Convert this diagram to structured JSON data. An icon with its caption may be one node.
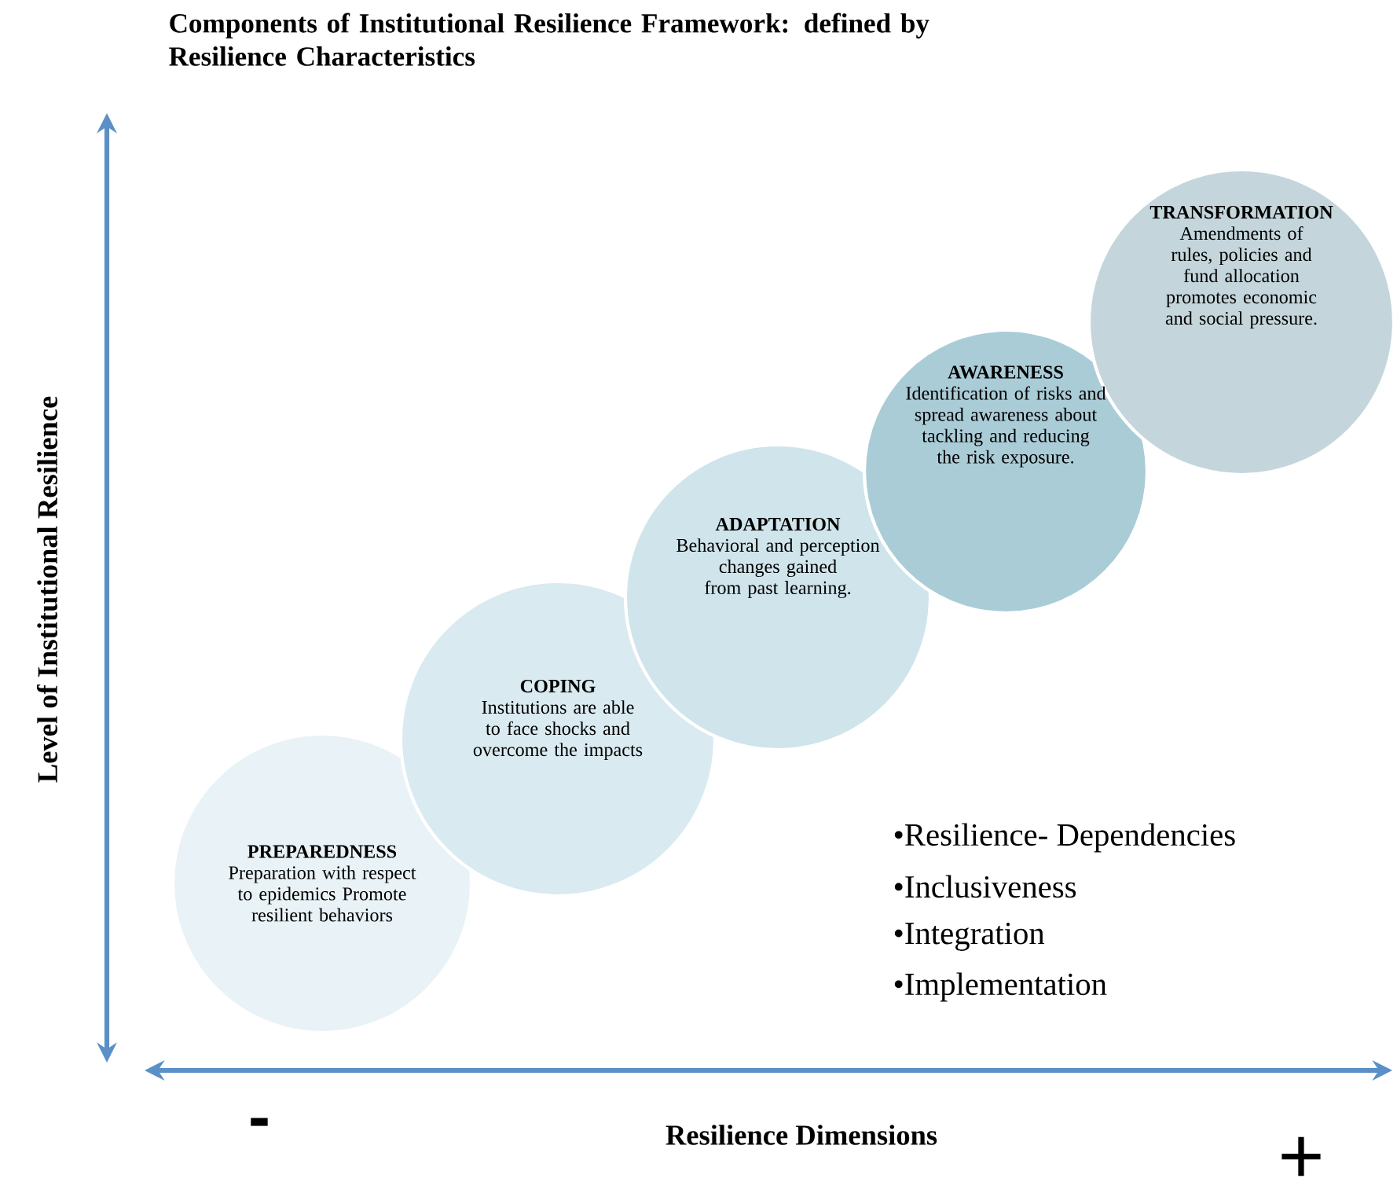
{
  "diagram": {
    "title": "Components of Institutional Resilience Framework: defined by Resilience Characteristics",
    "nodes": [
      {
        "text": [
          "PREPAREDNESS",
          "Preparation with respect to epidemics Promote resilient behaviors"
        ]
      },
      {
        "text": [
          "COPING",
          "Institutions are able to face shocks and overcome the impacts"
        ]
      },
      {
        "text": [
          "ADAPTATION",
          "Behavioral and perception changes gained from past learning."
        ]
      },
      {
        "text": [
          "AWARENESS",
          "Identification of risks and spread awareness about tackling and reducing the risk exposure."
        ]
      },
      {
        "text": [
          "TRANSFORMATION",
          "Amendments of rules, policies and fund allocation promotes economic and social pressure."
        ]
      }
    ],
    "edges": [],
    "labels": [
      "Level of Institutional Resilience",
      "•Resilience- Dependencies",
      "•Inclusiveness",
      "•Integration",
      "•Implementation",
      "-",
      "Resilience Dimensions",
      "+"
    ]
  }
}
